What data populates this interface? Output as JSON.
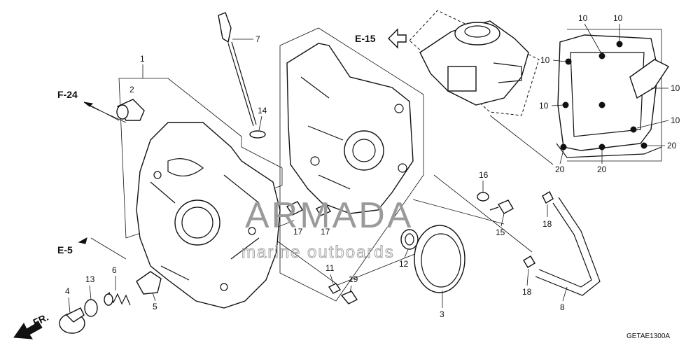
{
  "callouts": [
    {
      "id": "p1",
      "label": "1"
    },
    {
      "id": "p2",
      "label": "2"
    },
    {
      "id": "p3",
      "label": "3"
    },
    {
      "id": "p4",
      "label": "4"
    },
    {
      "id": "p5",
      "label": "5"
    },
    {
      "id": "p6",
      "label": "6"
    },
    {
      "id": "p7",
      "label": "7"
    },
    {
      "id": "p8",
      "label": "8"
    },
    {
      "id": "p10a",
      "label": "10"
    },
    {
      "id": "p10b",
      "label": "10"
    },
    {
      "id": "p10c",
      "label": "10"
    },
    {
      "id": "p10d",
      "label": "10"
    },
    {
      "id": "p10e",
      "label": "10"
    },
    {
      "id": "p10f",
      "label": "10"
    },
    {
      "id": "p11",
      "label": "11"
    },
    {
      "id": "p12",
      "label": "12"
    },
    {
      "id": "p13",
      "label": "13"
    },
    {
      "id": "p14",
      "label": "14"
    },
    {
      "id": "p15",
      "label": "15"
    },
    {
      "id": "p16",
      "label": "16"
    },
    {
      "id": "p17a",
      "label": "17"
    },
    {
      "id": "p17b",
      "label": "17"
    },
    {
      "id": "p18a",
      "label": "18"
    },
    {
      "id": "p18b",
      "label": "18"
    },
    {
      "id": "p19",
      "label": "19"
    },
    {
      "id": "p20a",
      "label": "20"
    },
    {
      "id": "p20b",
      "label": "20"
    },
    {
      "id": "p20c",
      "label": "20"
    }
  ],
  "references": {
    "e15": "E-15",
    "f24": "F-24",
    "e5": "E-5",
    "fr": "FR."
  },
  "diagram_code": "GETAE1300A",
  "watermark": {
    "brand": "ARMADA",
    "tagline": "marine outboards",
    "accent_color": "#e6a0c8"
  }
}
